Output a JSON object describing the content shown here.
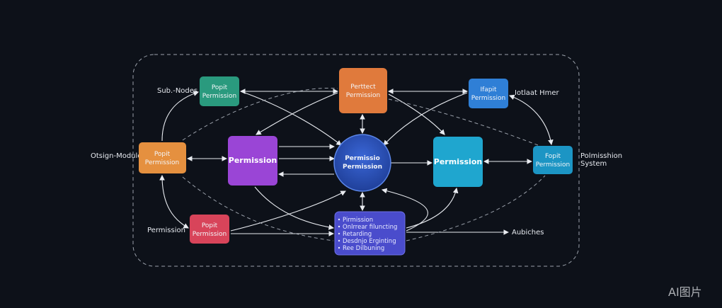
{
  "labels": {
    "sub_nodes": "Sub.-Nodes",
    "origin_module": "Otsign-Module",
    "permission_left": "Permission",
    "top_right": "Iotlaat Hmer",
    "system_line1": "Polmisshion",
    "system_line2": "System",
    "audiences": "Aubiches"
  },
  "nodes": {
    "teal": [
      "Popit",
      "Permission"
    ],
    "orange_top": [
      "Perttect",
      "Permission"
    ],
    "blue_top": [
      "Ifapit",
      "Permission"
    ],
    "orange_left": [
      "Popit",
      "Permission"
    ],
    "purple": "Permission",
    "center": [
      "Permissio",
      "Permission"
    ],
    "cyan_large": "Permission",
    "cyan_small": [
      "Fopit",
      "Permission"
    ],
    "red": [
      "Popit",
      "Permission"
    ],
    "list": [
      "Pirmission",
      "Onlrrear filuncting",
      "Retarding",
      "Desdnjo Erginting",
      "Ree Dilbuning"
    ]
  },
  "watermark": "AI图片",
  "colors": {
    "background": "#0d1119",
    "teal": "#2a9a7e",
    "orange": "#e07a3c",
    "blue": "#2f7fd6",
    "purple": "#9a45d6",
    "circle": "#2b4fb5",
    "cyan": "#1fa6cf",
    "red": "#d8445a",
    "indigo": "#4a4ccc"
  }
}
